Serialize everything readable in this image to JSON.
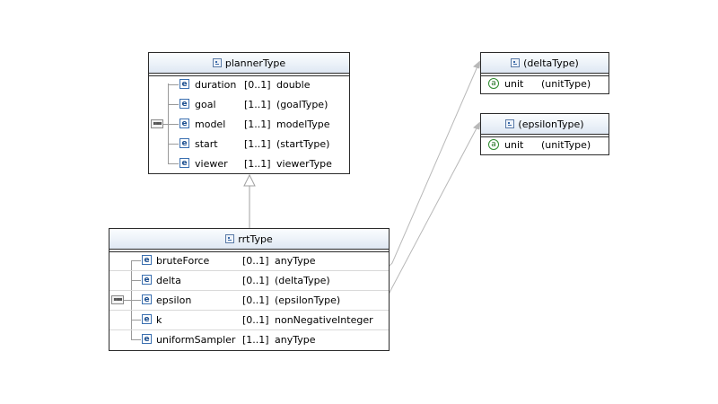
{
  "planner": {
    "title": "plannerType",
    "sequence_icon": "sequence-icon",
    "rows": [
      {
        "name": "duration",
        "card": "[0..1]",
        "type": "double"
      },
      {
        "name": "goal",
        "card": "[1..1]",
        "type": "(goalType)"
      },
      {
        "name": "model",
        "card": "[1..1]",
        "type": "modelType"
      },
      {
        "name": "start",
        "card": "[1..1]",
        "type": "(startType)"
      },
      {
        "name": "viewer",
        "card": "[1..1]",
        "type": "viewerType"
      }
    ]
  },
  "rrt": {
    "title": "rrtType",
    "sequence_icon": "sequence-icon",
    "rows": [
      {
        "name": "bruteForce",
        "card": "[0..1]",
        "type": "anyType"
      },
      {
        "name": "delta",
        "card": "[0..1]",
        "type": "(deltaType)"
      },
      {
        "name": "epsilon",
        "card": "[0..1]",
        "type": "(epsilonType)"
      },
      {
        "name": "k",
        "card": "[0..1]",
        "type": "nonNegativeInteger"
      },
      {
        "name": "uniformSampler",
        "card": "[1..1]",
        "type": "anyType"
      }
    ]
  },
  "delta_type": {
    "title": "(deltaType)",
    "attr": {
      "name": "unit",
      "type": "(unitType)"
    }
  },
  "epsilon_type": {
    "title": "(epsilonType)",
    "attr": {
      "name": "unit",
      "type": "(unitType)"
    }
  },
  "icons": {
    "element": "e",
    "attribute": "a"
  },
  "colors": {
    "header": "#dfe8f3",
    "border": "#2b2b2b",
    "element_icon": "#3a6fb0",
    "attribute_icon": "#2e8b2e"
  }
}
